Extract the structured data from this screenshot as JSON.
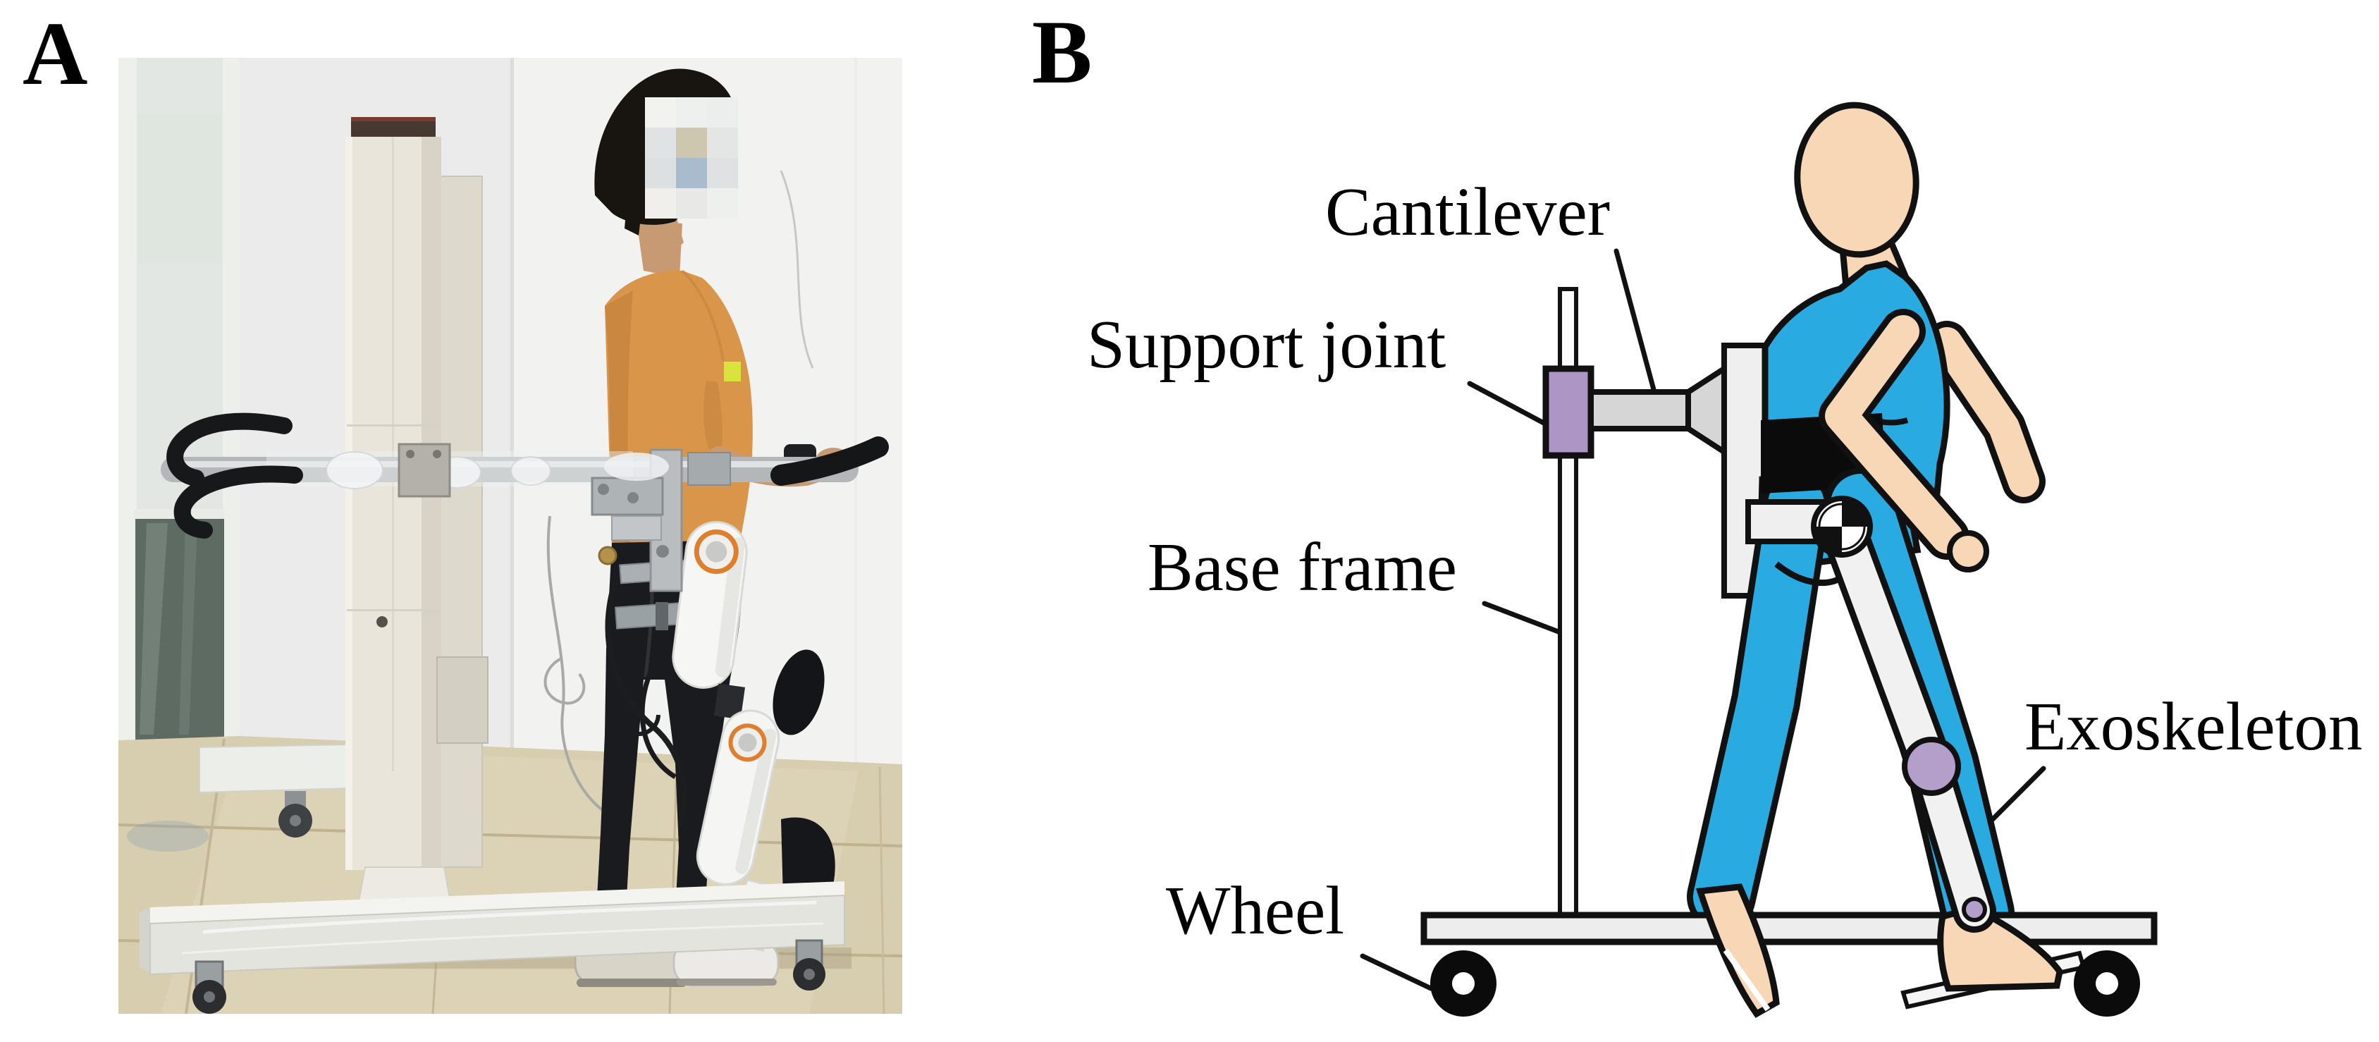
{
  "figure": {
    "panel_a": {
      "label": "A"
    },
    "panel_b": {
      "label": "B",
      "annotations": {
        "cantilever": "Cantilever",
        "support_joint": "Support joint",
        "base_frame": "Base frame",
        "wheel": "Wheel",
        "exoskeleton": "Exoskeleton"
      }
    },
    "colors": {
      "figure_blue": "#29abe2",
      "skin_cartoon": "#f7d7b6",
      "support_joint_purple": "#ad96c6",
      "knee_joint_purple": "#b49fca",
      "cantilever_gray": "#d6d6d6",
      "platform_gray": "#ededed",
      "outline_black": "#111111",
      "photo_shirt_orange": "#d9964a",
      "photo_exo_ring_orange": "#df7f2e",
      "photo_floor_beige": "#d7cdaf"
    }
  }
}
